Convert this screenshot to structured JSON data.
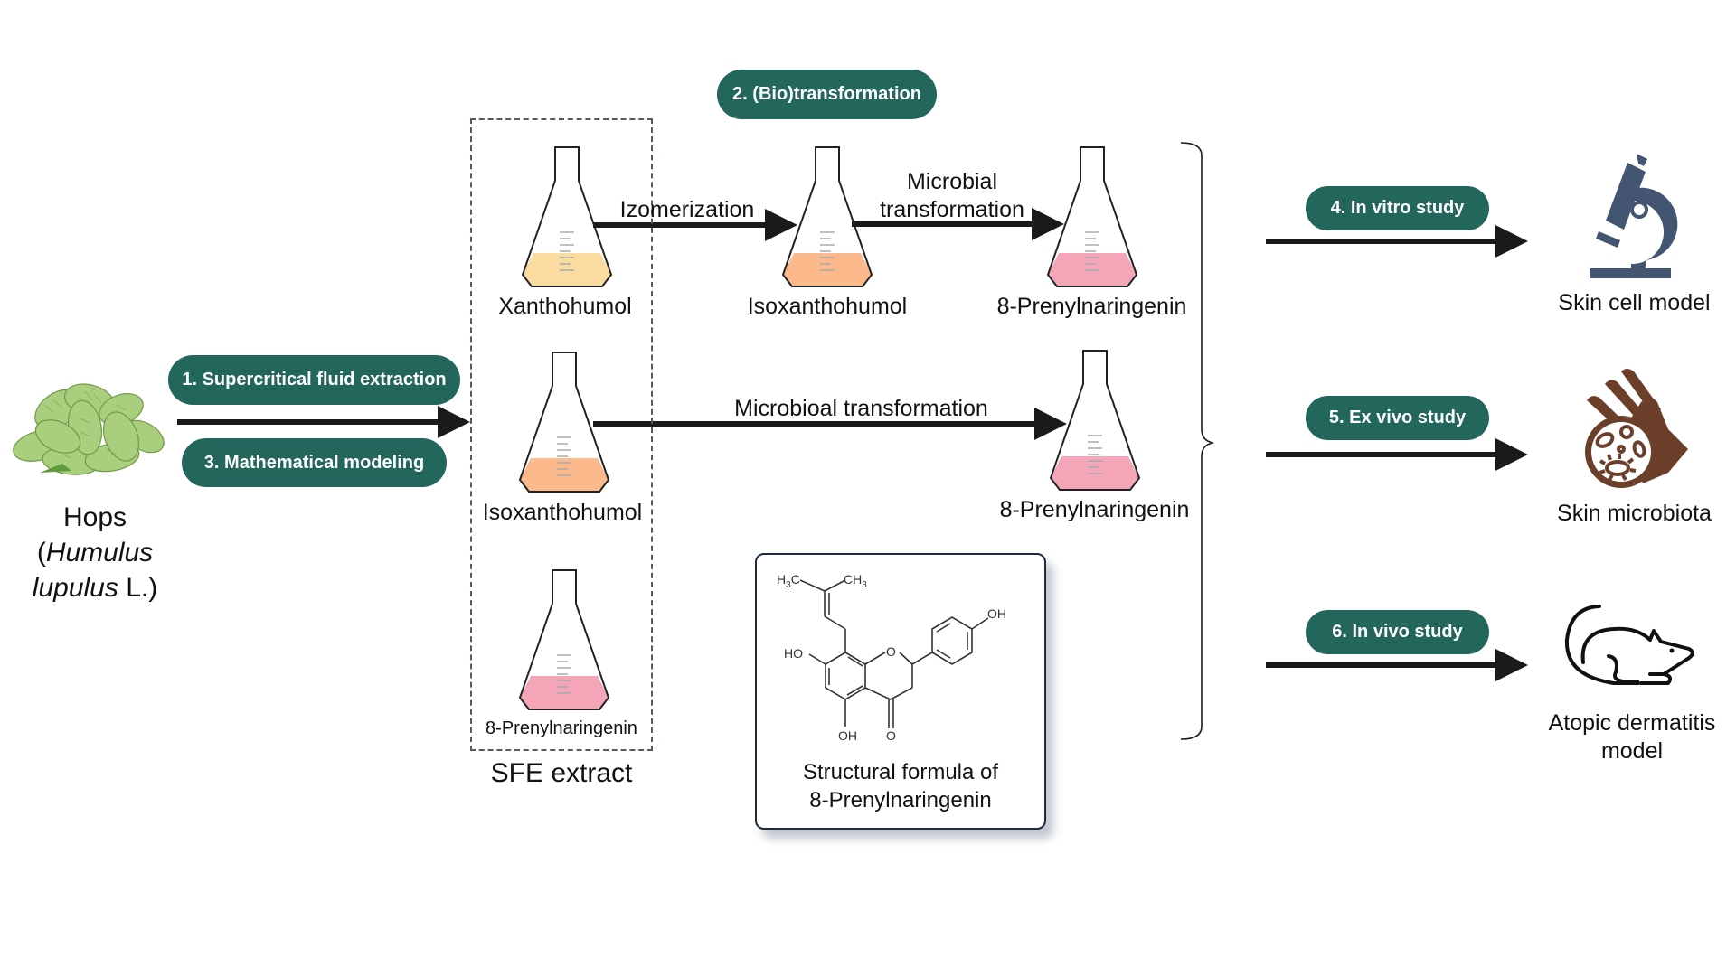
{
  "source": {
    "image_label": "hops-cones-photo",
    "name_line1": "Hops",
    "name_line2_prefix": "(",
    "name_line2_italic": "Humulus",
    "name_line3_italic": "lupulus",
    "name_line3_suffix": " L.)"
  },
  "steps": {
    "step1": "1. Supercritical fluid extraction",
    "step2": "2. (Bio)transformation",
    "step3": "3. Mathematical modeling",
    "step4": "4. In vitro study",
    "step5": "5. Ex vivo study",
    "step6": "6. In vivo study"
  },
  "sfe_extract": {
    "title": "SFE extract",
    "compounds": [
      {
        "name": "Xanthohumol",
        "liquid_color": "#fbdca0"
      },
      {
        "name": "Isoxanthohumol",
        "liquid_color": "#fbb98c"
      },
      {
        "name": "8-Prenylnaringenin",
        "liquid_color": "#f4a6b8"
      }
    ]
  },
  "transformations": {
    "row1": {
      "arrow1_label": "Izomerization",
      "product1": {
        "name": "Isoxanthohumol",
        "liquid_color": "#fbb98c"
      },
      "arrow2_label_line1": "Microbial",
      "arrow2_label_line2": "transformation",
      "product2": {
        "name": "8-Prenylnaringenin",
        "liquid_color": "#f4a6b8"
      }
    },
    "row2": {
      "arrow_label": "Microbioal transformation",
      "product": {
        "name": "8-Prenylnaringenin",
        "liquid_color": "#f4a6b8"
      }
    }
  },
  "formula": {
    "caption_line1": "Structural formula of",
    "caption_line2": "8-Prenylnaringenin",
    "atoms": {
      "h3c": "H3C",
      "ch3": "CH3",
      "oh_top": "OH",
      "ho_left": "HO",
      "o_ring": "O",
      "oh_bottom": "OH",
      "o_keto": "O"
    }
  },
  "outcomes": [
    {
      "label": "Skin cell model",
      "icon": "microscope-icon",
      "color": "#435570"
    },
    {
      "label": "Skin microbiota",
      "icon": "hand-microbes-icon",
      "color": "#6b3f2a"
    },
    {
      "label_line1": "Atopic dermatitis",
      "label_line2": "model",
      "icon": "mouse-icon",
      "color": "#111111"
    }
  ],
  "colors": {
    "pill": "#23665c",
    "arrow": "#1a1a1a"
  }
}
